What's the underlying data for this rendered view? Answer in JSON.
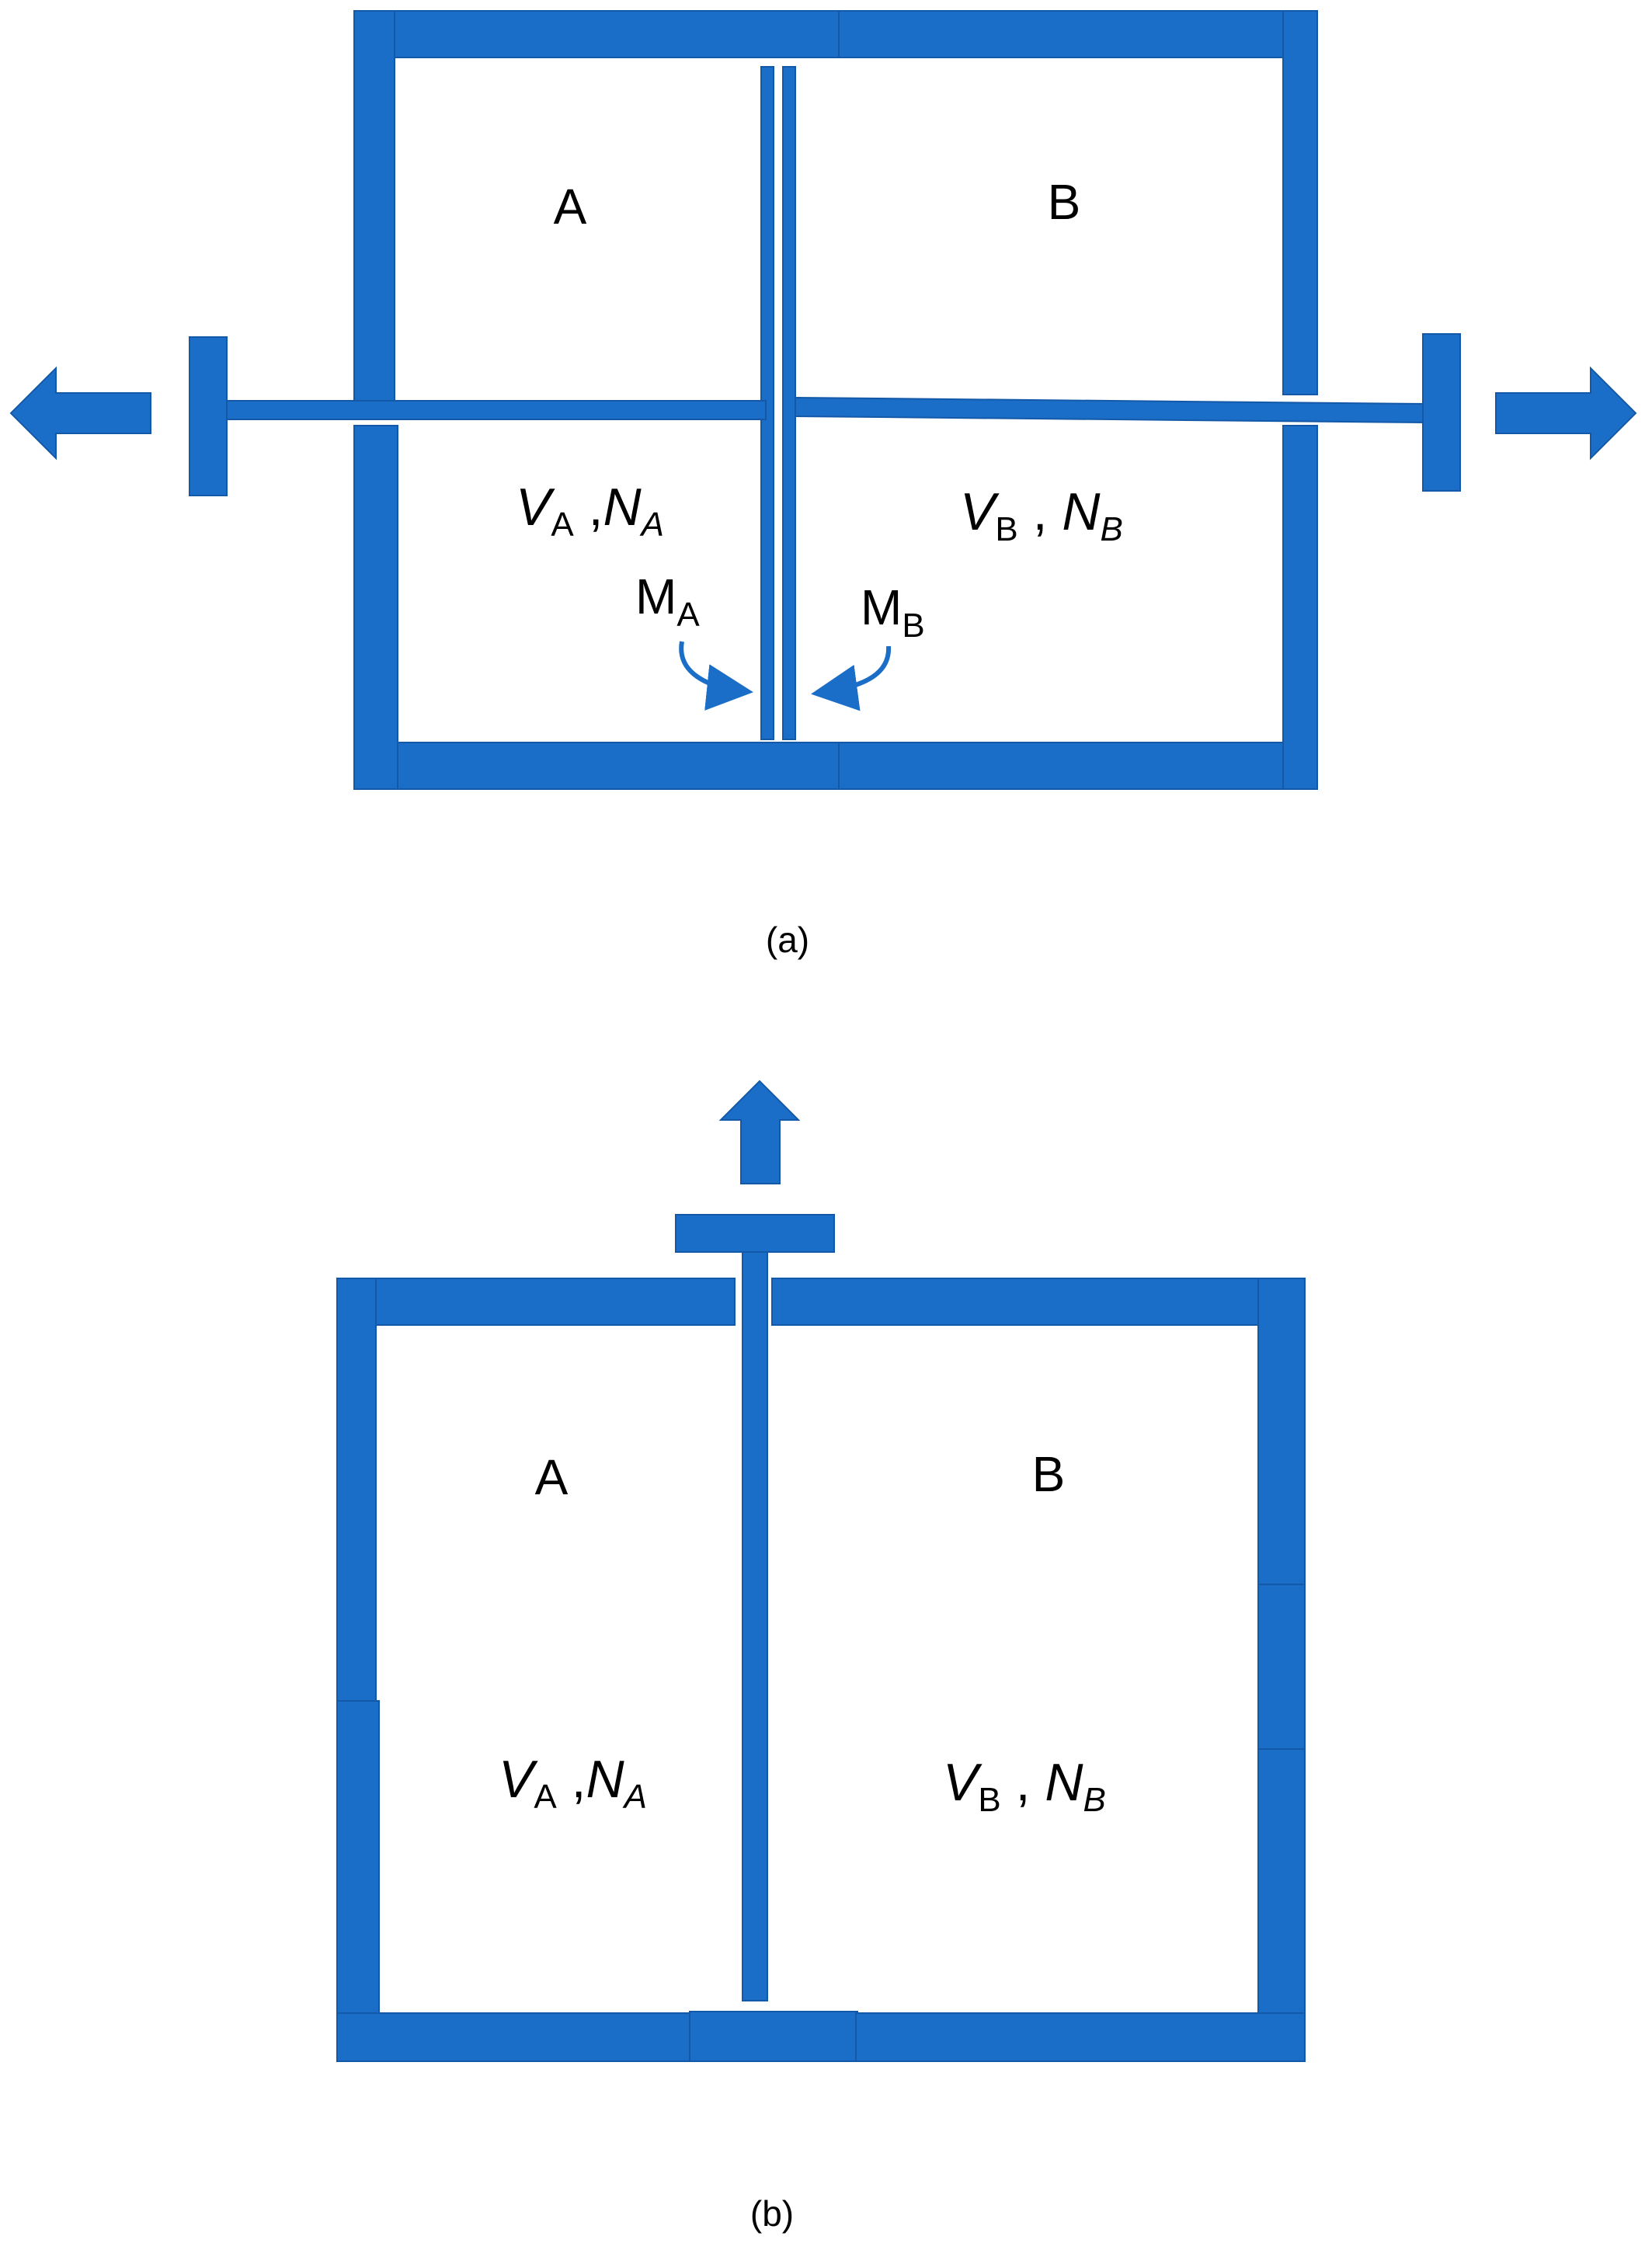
{
  "colors": {
    "wall": "#1b6ec8",
    "wall_stroke": "#1459a8",
    "text": "#000000",
    "background": "#ffffff"
  },
  "panel_a": {
    "chamber_left": "A",
    "chamber_right": "B",
    "left_symbols": {
      "v": "V",
      "v_sub": "A",
      "sep": " ,",
      "n": "N",
      "n_sub": "A"
    },
    "right_symbols": {
      "v": "V",
      "v_sub": "B",
      "sep": " , ",
      "n": "N",
      "n_sub": "B"
    },
    "label_ma": {
      "main": "M",
      "sub": "A"
    },
    "label_mb": {
      "main": "M",
      "sub": "B"
    },
    "caption": "(a)"
  },
  "panel_b": {
    "chamber_left": "A",
    "chamber_right": "B",
    "left_symbols": {
      "v": "V",
      "v_sub": "A",
      "sep": " ,",
      "n": "N",
      "n_sub": "A"
    },
    "right_symbols": {
      "v": "V",
      "v_sub": "B",
      "sep": " , ",
      "n": "N",
      "n_sub": "B"
    },
    "caption": "(b)"
  }
}
